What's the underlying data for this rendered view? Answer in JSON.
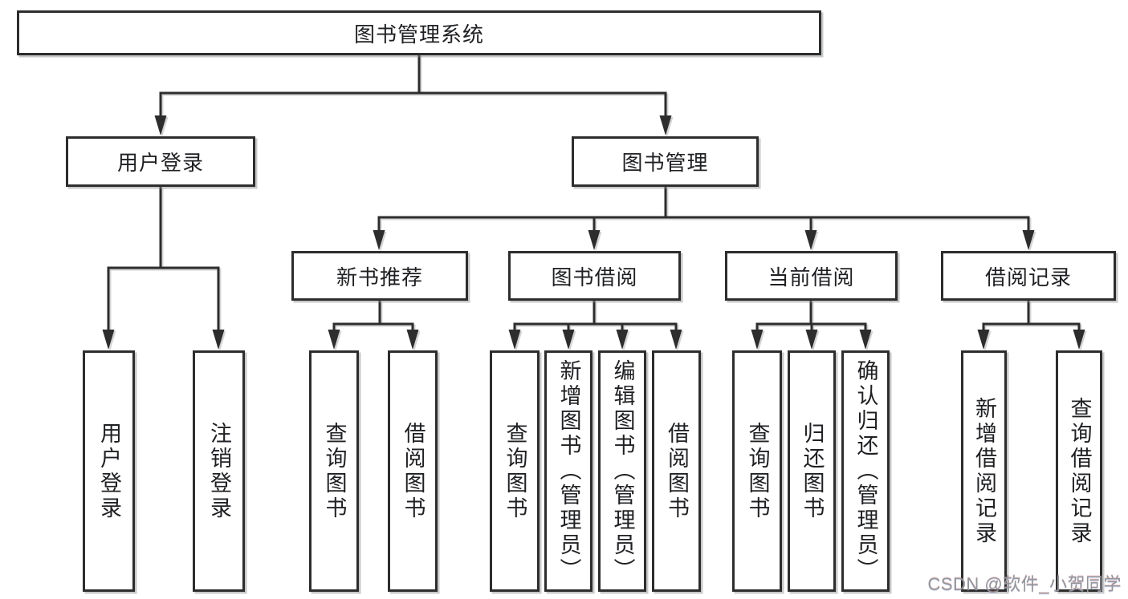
{
  "title": "图书管理系统",
  "watermark": "CSDN @软件_小贺同学",
  "colors": {
    "border": "#2d2d2d",
    "line": "#2d2d2d",
    "text": "#1f2023",
    "watermark": "#92969b",
    "background": "#ffffff"
  },
  "tree": {
    "root": {
      "label": "图书管理系统",
      "children": [
        {
          "label": "用户登录",
          "children": [
            {
              "label": "用户登录"
            },
            {
              "label": "注销登录"
            }
          ]
        },
        {
          "label": "图书管理",
          "children": [
            {
              "label": "新书推荐",
              "children": [
                {
                  "label": "查询图书"
                },
                {
                  "label": "借阅图书"
                }
              ]
            },
            {
              "label": "图书借阅",
              "children": [
                {
                  "label": "查询图书"
                },
                {
                  "label": "新增图书（管理员）"
                },
                {
                  "label": "编辑图书（管理员）"
                },
                {
                  "label": "借阅图书"
                }
              ]
            },
            {
              "label": "当前借阅",
              "children": [
                {
                  "label": "查询图书"
                },
                {
                  "label": "归还图书"
                },
                {
                  "label": "确认归还（管理员）"
                }
              ]
            },
            {
              "label": "借阅记录",
              "children": [
                {
                  "label": "新增借阅记录"
                },
                {
                  "label": "查询借阅记录"
                }
              ]
            }
          ]
        }
      ]
    }
  }
}
